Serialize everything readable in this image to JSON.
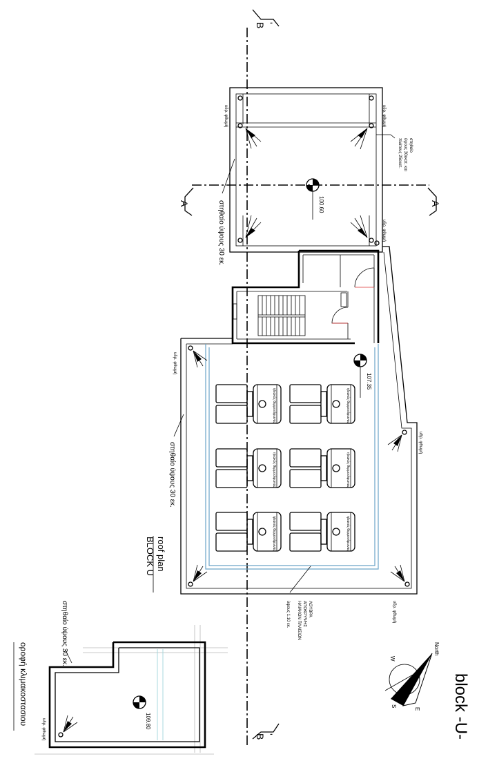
{
  "title": "block  -U-",
  "plan_title": {
    "line1": "roof plan",
    "line2": "BLOCK U"
  },
  "stair_roof_title": "οροφή κλιμακοστασιου",
  "sections": {
    "b": "B",
    "a": "A"
  },
  "elevations": [
    "100.60",
    "107.35",
    "109.80"
  ],
  "parapet_labels": [
    "στηθαίο ύψους 30 εκ.",
    "στηθαίο ύψους 30 εκ.",
    "στηθαίο ύψους 30 εκ."
  ],
  "downspout_label": "υδρ. φθωμή",
  "note_parapet": [
    "στηθαίο",
    "ύψους 30εκατ. και",
    "πλάτους 25εκατ."
  ],
  "note_louvres": [
    "ΛΟΥΒΡΑ",
    "ΑΠΟΚΡΥΨΗΣ",
    "ΗΛΙΑΚΩΝ ΠΛΑΙΣΙΩΝ",
    "ύψους 1.10 εκ."
  ],
  "heater_label": "ηλιακός θερμοσίφωνας",
  "north_label": "North",
  "compass": {
    "n": "N",
    "s": "S",
    "e": "E",
    "w": "W"
  }
}
